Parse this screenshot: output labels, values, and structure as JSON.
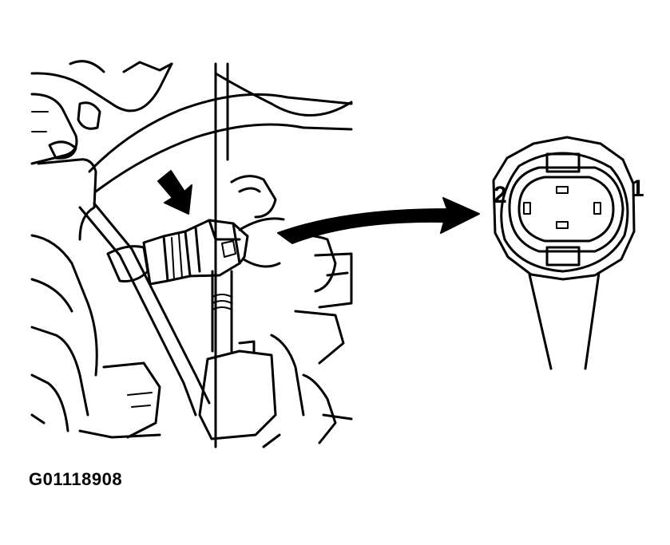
{
  "figure": {
    "id_code": "G01118908"
  },
  "connector_view": {
    "pin_labels": [
      "2",
      "1"
    ]
  },
  "colors": {
    "ink": "#000000",
    "paper": "#ffffff"
  },
  "icons": [
    "pointer-arrow-icon",
    "callout-arrow-icon"
  ]
}
